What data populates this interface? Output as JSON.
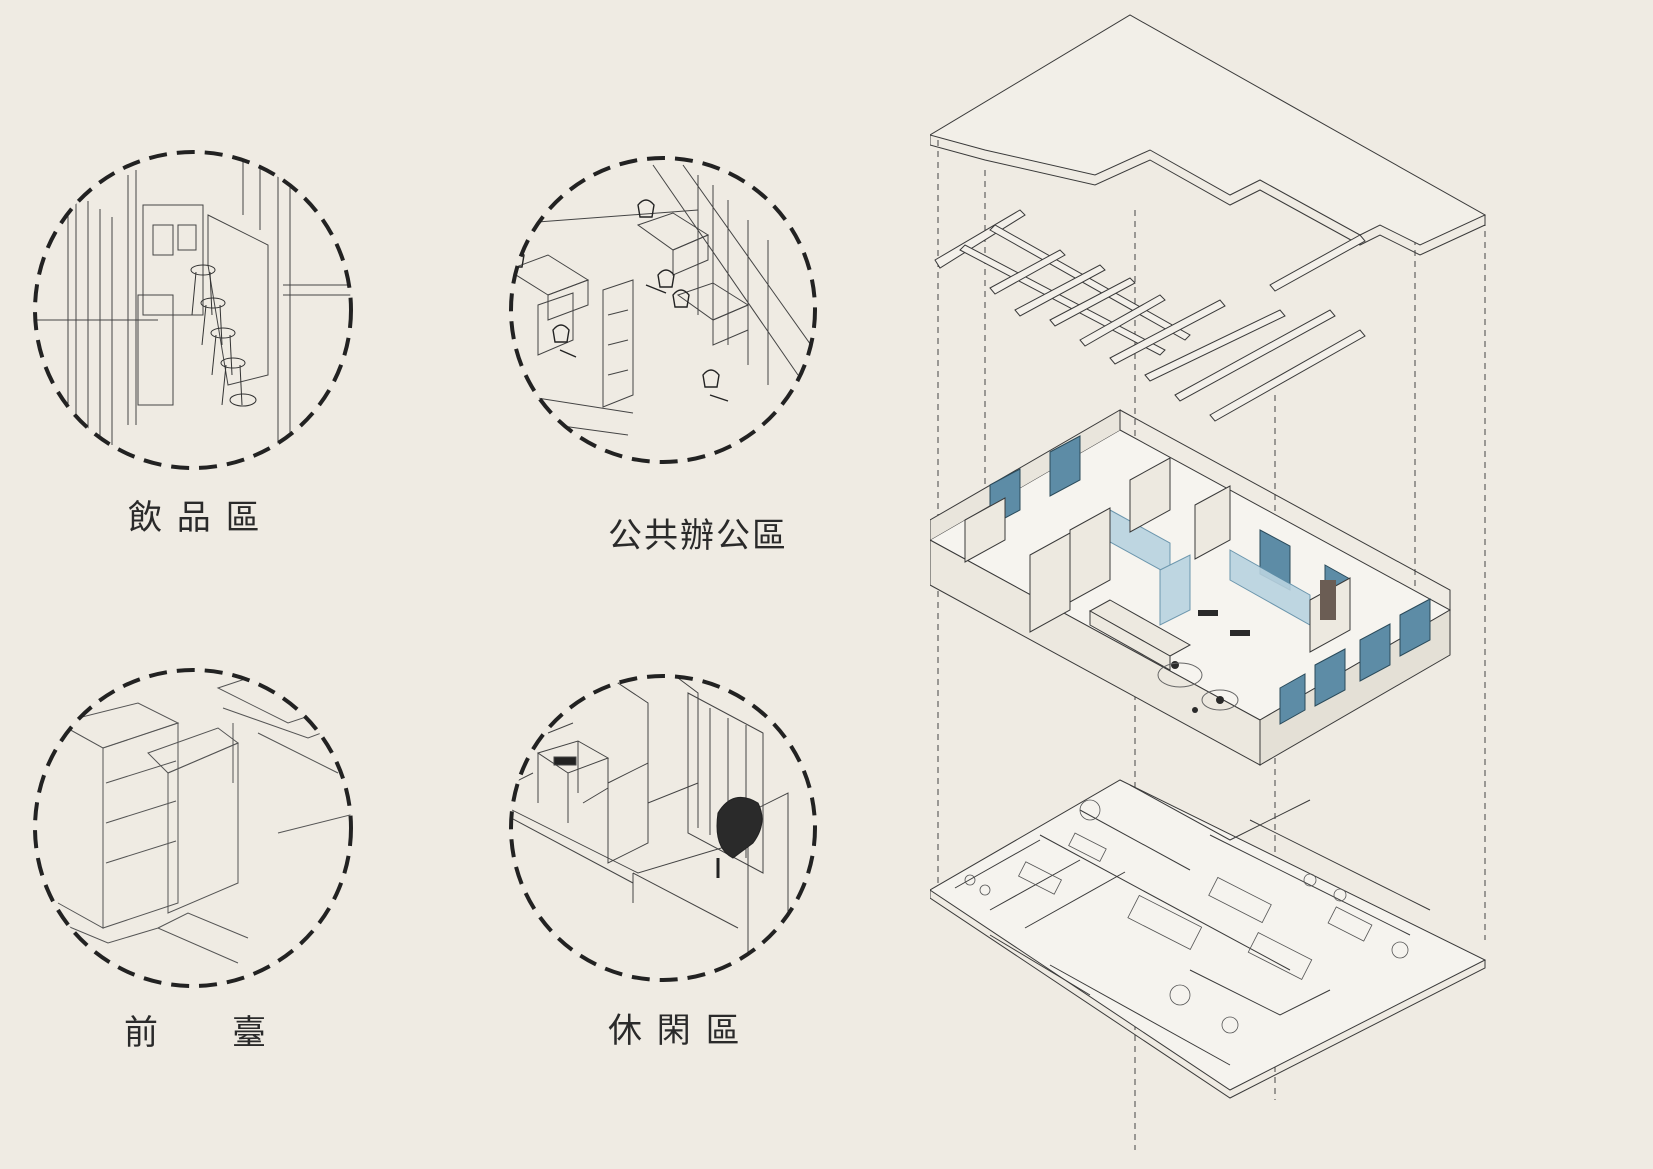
{
  "zones": [
    {
      "id": "drinks",
      "label": "飲 品 區"
    },
    {
      "id": "office",
      "label": "公共辦公區"
    },
    {
      "id": "reception",
      "label": "前　　臺"
    },
    {
      "id": "lounge",
      "label": "休 閑 區"
    }
  ],
  "colors": {
    "background": "#efebe3",
    "line": "#3a3a3a",
    "dash_circle": "#222222",
    "glass_blue": "#9fc4d8",
    "window_blue": "#5d8ca6"
  }
}
